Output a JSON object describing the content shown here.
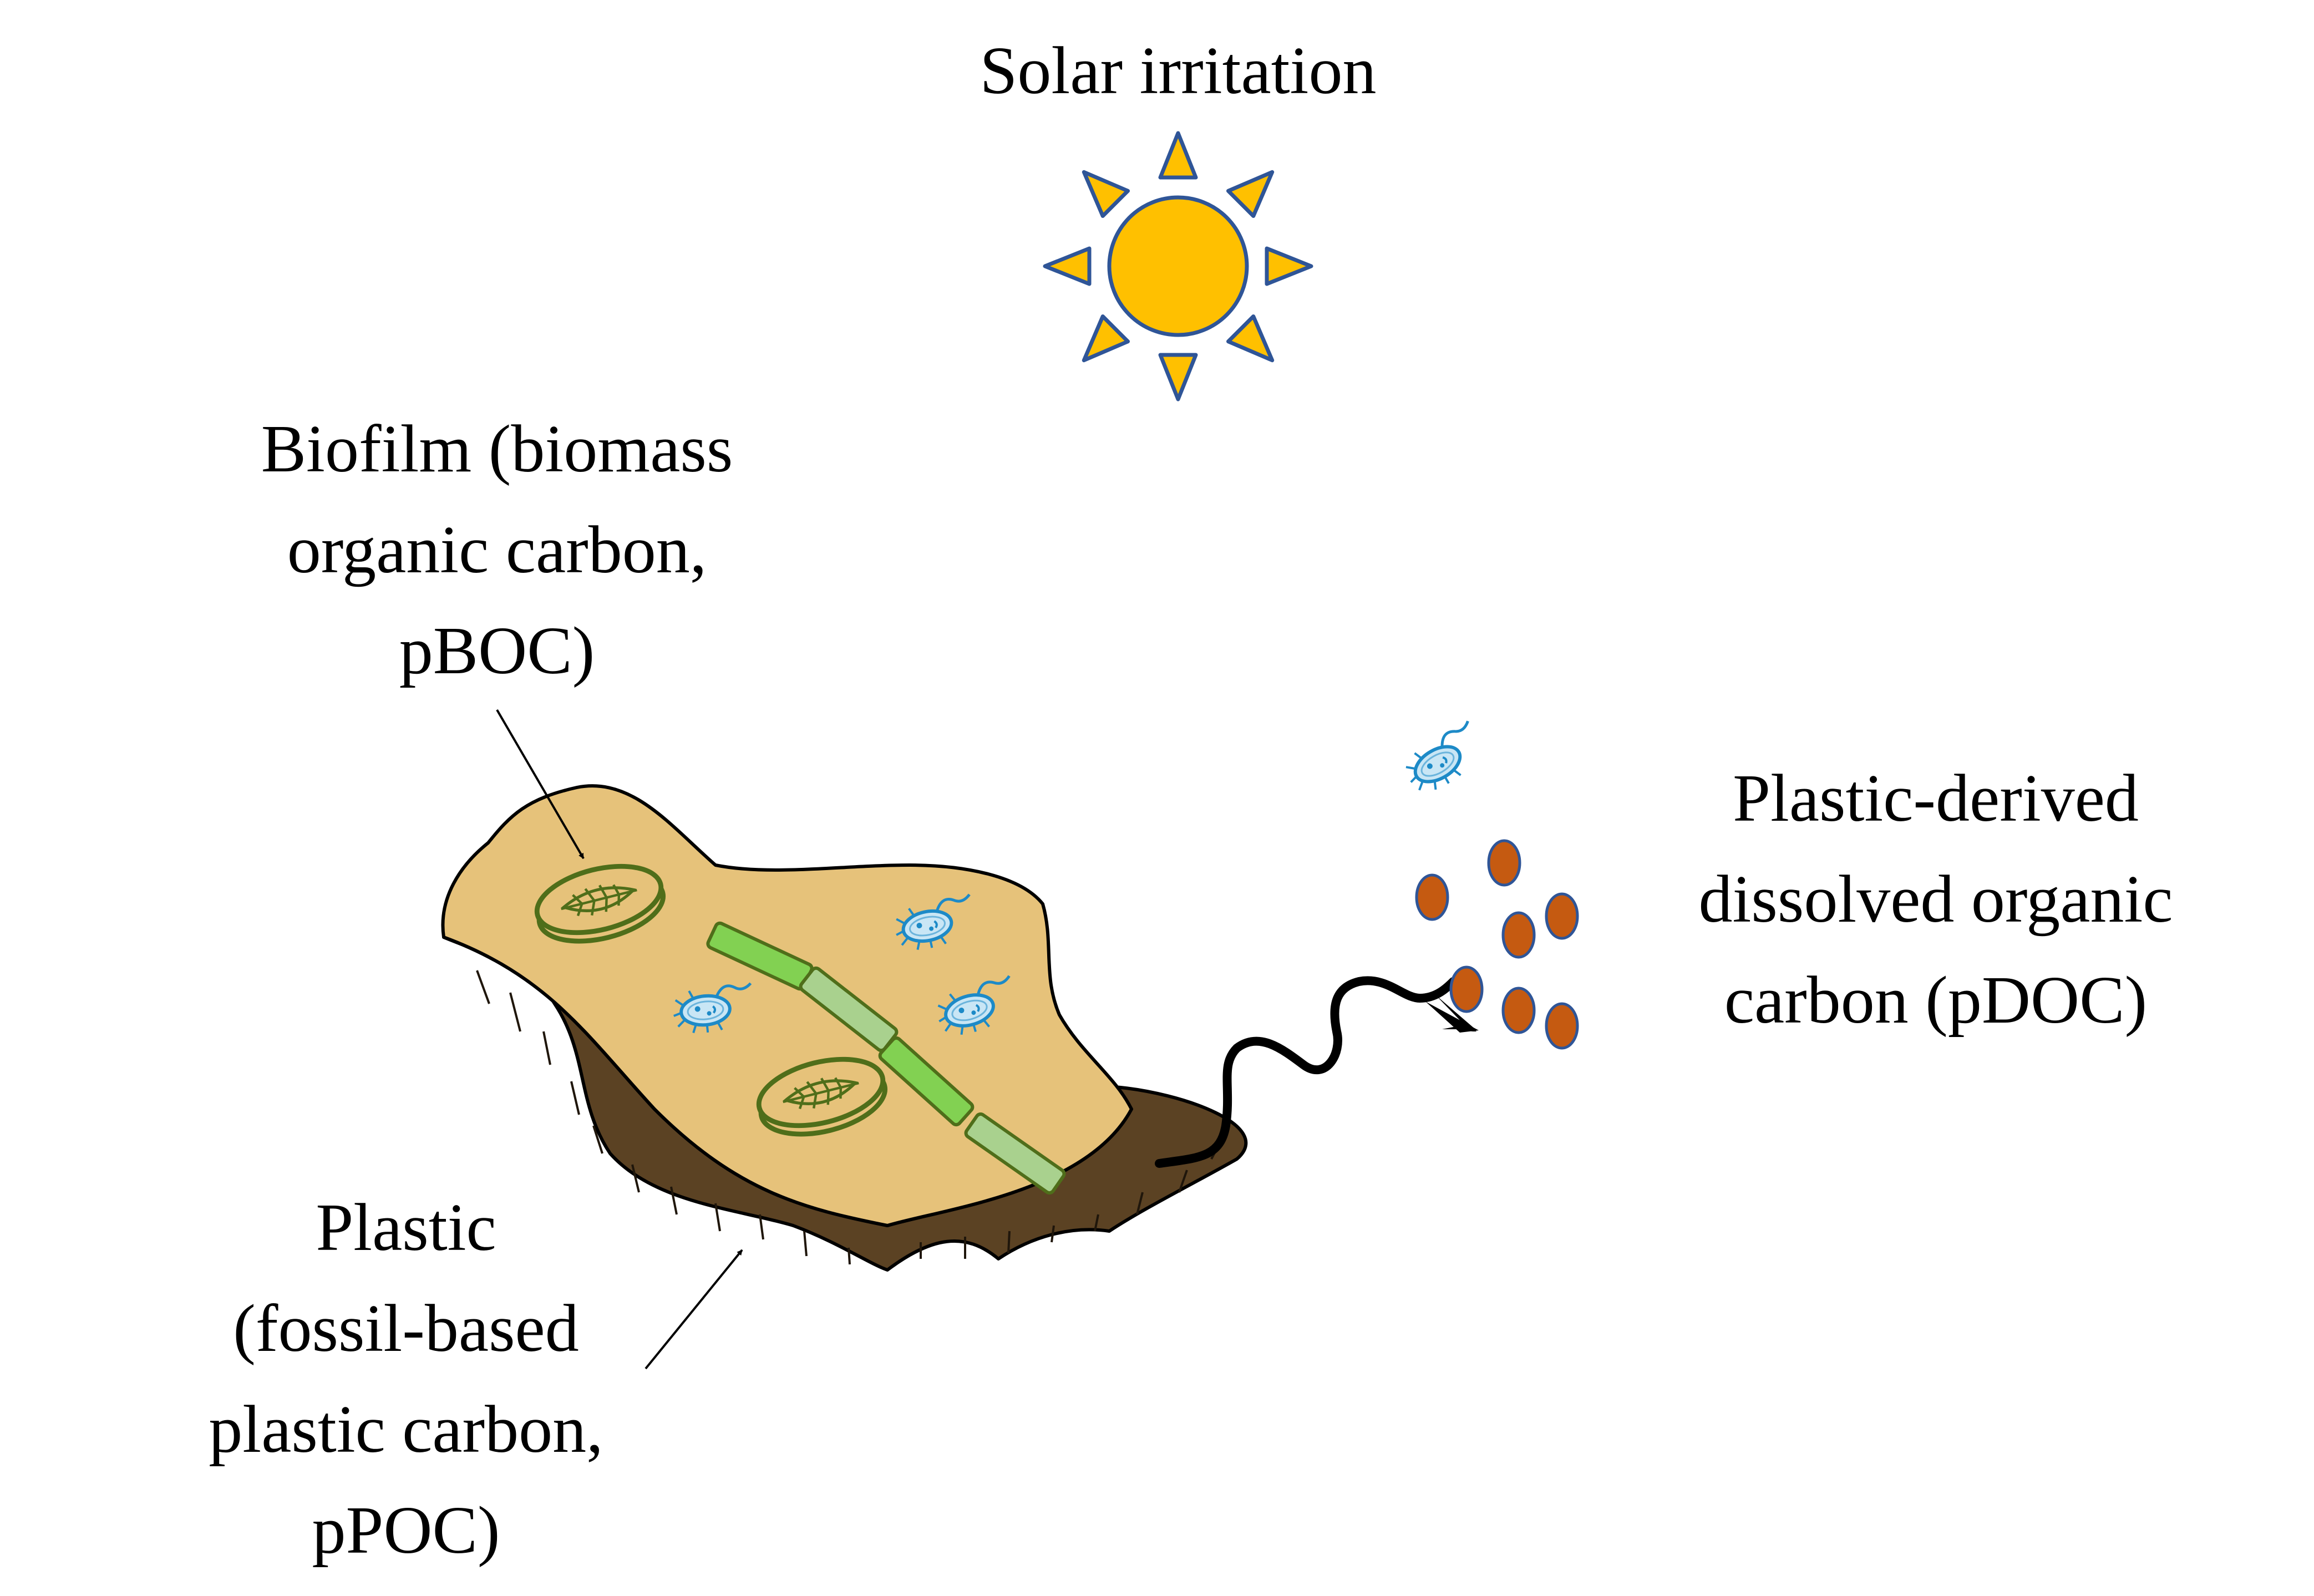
{
  "labels": {
    "sun": "Solar irritation",
    "biofilm": [
      "Biofilm (biomass",
      "organic carbon,",
      "pBOC)"
    ],
    "plastic": [
      "Plastic",
      "(fossil-based",
      "plastic carbon,",
      "pPOC)"
    ],
    "pdoc": [
      "Plastic-derived",
      "dissolved organic",
      "carbon (pDOC)"
    ]
  },
  "colors": {
    "sun_fill": "#FFC000",
    "sun_stroke": "#2F5597",
    "biofilm_surface": "#E6C27A",
    "plastic_edge": "#5B4223",
    "diatom_outline": "#4F6E1A",
    "filament_dark": "#82D152",
    "filament_light": "#A9D18E",
    "bacteria_fill": "#C9E6F5",
    "bacteria_stroke": "#1D8AC7",
    "pdoc_particle": "#C55A11"
  },
  "icons": {
    "sun": "sun-icon",
    "diatom": "diatom-icon",
    "bacterium": "bacterium-icon",
    "filament": "algae-filament-icon",
    "particle": "pdoc-particle-icon"
  }
}
